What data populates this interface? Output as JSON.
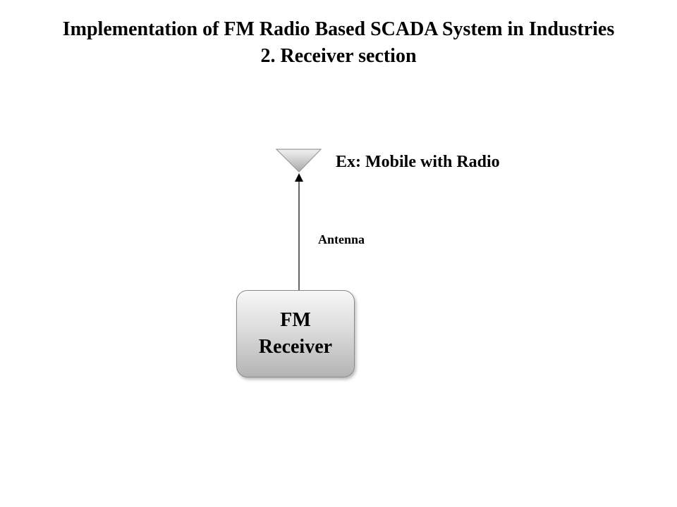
{
  "title": {
    "line1": "Implementation of FM Radio Based SCADA System in Industries",
    "line2": "2. Receiver section"
  },
  "diagram": {
    "device_example": "Ex: Mobile with Radio",
    "antenna_label": "Antenna",
    "receiver_label": "FM Receiver",
    "colors": {
      "box_border": "#8a8a8a",
      "box_gradient_top": "#f7f7f7",
      "box_gradient_bottom": "#b4b4b4",
      "triangle_fill_light": "#f2f2f2",
      "triangle_fill_dark": "#a9a9a9",
      "arrow": "#000000"
    },
    "icons": [
      "antenna-triangle-icon",
      "arrow-up-icon"
    ]
  }
}
